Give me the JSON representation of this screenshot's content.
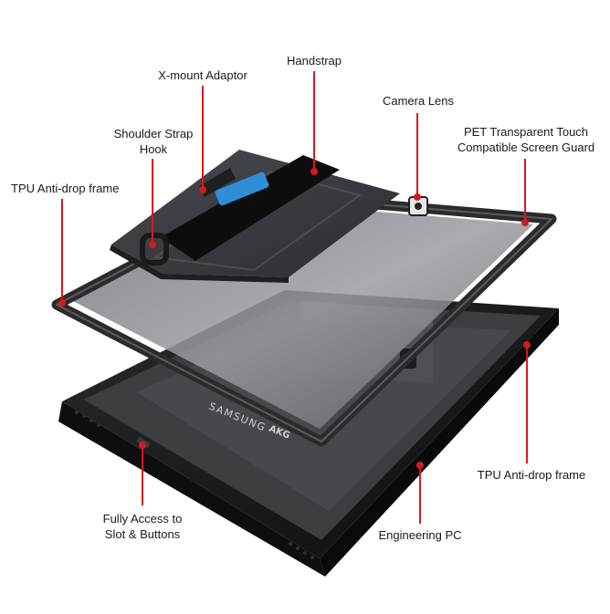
{
  "colors": {
    "leader": "#d7191c",
    "frame": "#2b2b2d",
    "frame_edge": "#4a4a4e",
    "glass": "#8a8d92",
    "body": "#151517",
    "accent_blue": "#2e8fd6",
    "adaptor": "#3a3b3f",
    "strap": "#0d0d0e"
  },
  "labels": {
    "handstrap": "Handstrap",
    "x_mount": "X-mount Adaptor",
    "camera_lens": "Camera Lens",
    "shoulder_strap": [
      "Shoulder Strap",
      "Hook"
    ],
    "pet_guard": [
      "PET Transparent Touch",
      "Compatible Screen Guard"
    ],
    "tpu_frame_top": "TPU Anti-drop frame",
    "tpu_frame_bottom": "TPU Anti-drop frame",
    "fully_access": [
      "Fully Access to",
      "Slot & Buttons"
    ],
    "engineering_pc": "Engineering PC"
  },
  "product_text": {
    "brand": "SAMSUNG",
    "sound": "AKG"
  }
}
